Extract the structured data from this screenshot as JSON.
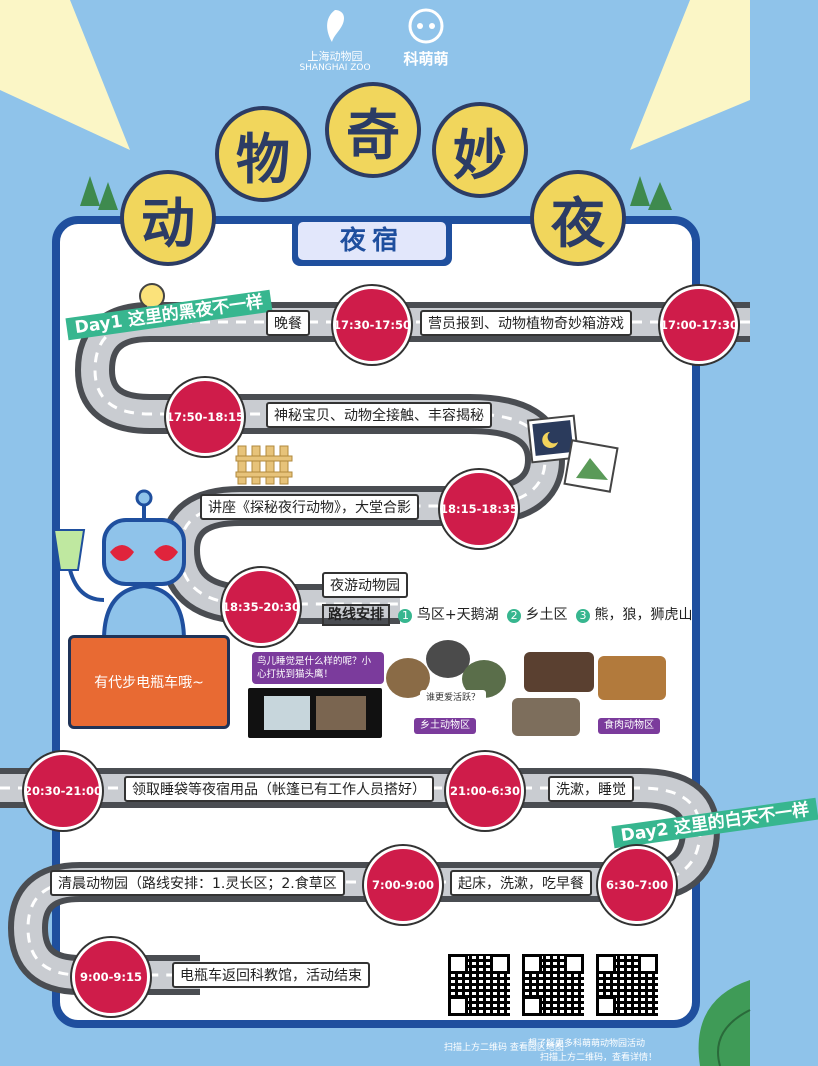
{
  "logos": {
    "zoo_cn": "上海动物园",
    "zoo_en": "SHANGHAI ZOO",
    "brand": "科萌萌"
  },
  "title": {
    "chars": [
      "动",
      "物",
      "奇",
      "妙",
      "夜"
    ]
  },
  "subtitle": "夜宿",
  "day1_label": "Day1 这里的黑夜不一样",
  "day2_label": "Day2 这里的白天不一样",
  "schedule": [
    {
      "time": "17:00-17:30",
      "text": "营员报到、动物植物奇妙箱游戏"
    },
    {
      "time": "17:30-17:50",
      "text": "晚餐"
    },
    {
      "time": "17:50-18:15",
      "text": "神秘宝贝、动物全接触、丰容揭秘"
    },
    {
      "time": "18:15-18:35",
      "text": "讲座《探秘夜行动物》，大堂合影"
    },
    {
      "time": "18:35-20:30",
      "text": "夜游动物园"
    },
    {
      "time": "20:30-21:00",
      "text": "领取睡袋等夜宿用品（帐篷已有工作人员搭好）"
    },
    {
      "time": "21:00-6:30",
      "text": "洗漱，睡觉"
    },
    {
      "time": "6:30-7:00",
      "text": "起床，洗漱，吃早餐"
    },
    {
      "time": "7:00-9:00",
      "text": "清晨动物园（路线安排：1.灵长区；2.食草区"
    },
    {
      "time": "9:00-9:15",
      "text": "电瓶车返回科教馆，活动结束"
    }
  ],
  "route": {
    "label": "路线安排",
    "stops": [
      "鸟区+天鹅湖",
      "乡土区",
      "熊，狼，狮虎山"
    ],
    "nums": [
      "1",
      "2",
      "3"
    ]
  },
  "speech": "有代步电瓶车哦~",
  "bubble": "鸟儿睡觉是什么样的呢？小心打扰到猫头鹰！",
  "tags": {
    "local": "乡土动物区",
    "carnivore": "食肉动物区",
    "who": "谁更爱活跃？"
  },
  "footer": {
    "left": "扫描上方二维码 查看园区地图",
    "mid": "想了解更多科萌萌动物园活动",
    "right": "扫描上方二维码，查看详情！"
  },
  "colors": {
    "background": "#8fc3ea",
    "frame": "#1f4f9e",
    "clock": "#cf1c4a",
    "lamp": "#f1d65c",
    "road": "#4a4d52"
  }
}
